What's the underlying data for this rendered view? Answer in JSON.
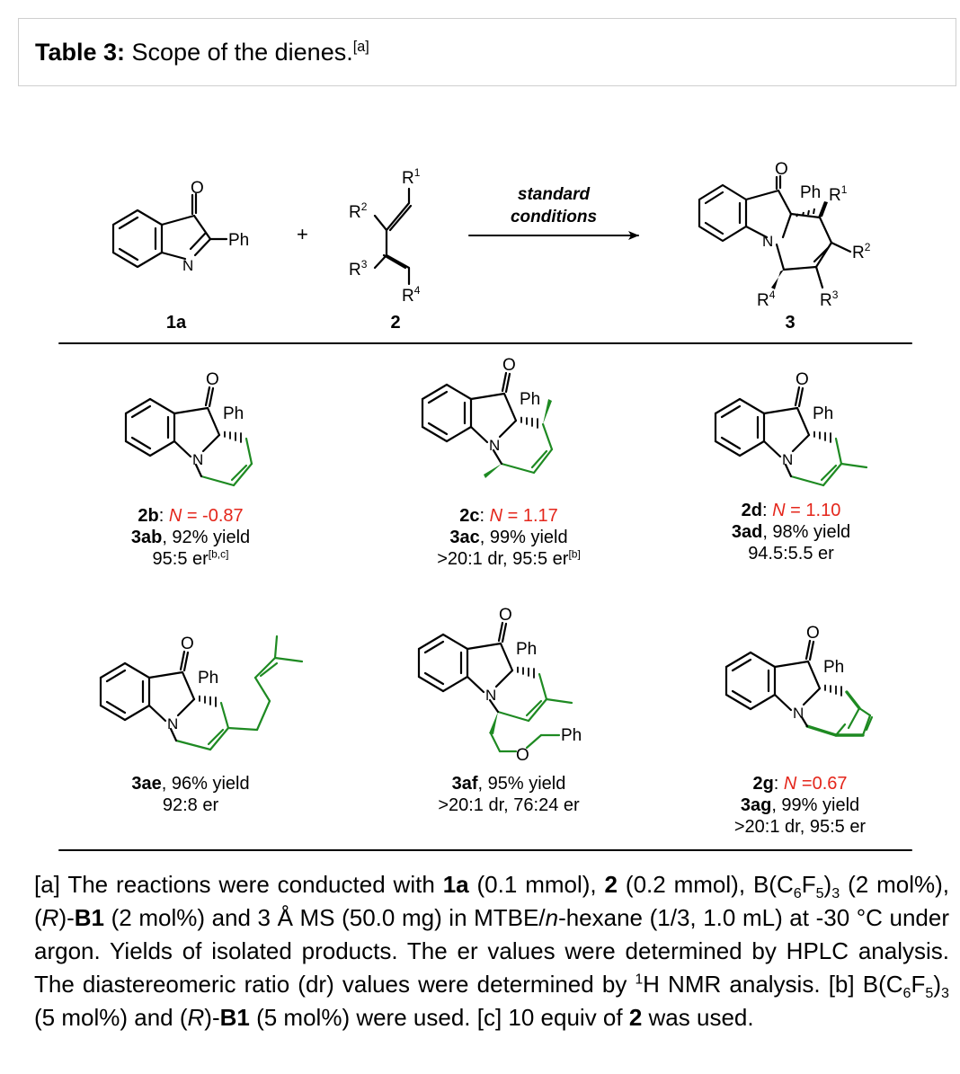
{
  "table_title": {
    "label": "Table 3:",
    "text": " Scope of the dienes.",
    "note": "[a]"
  },
  "scheme": {
    "reagent1": "1a",
    "reagent2": "2",
    "product": "3",
    "plus": "+",
    "condition_line1": "standard",
    "condition_line2": "conditions"
  },
  "atoms": {
    "O": "O",
    "N": "N",
    "Ph": "Ph",
    "R": "R",
    "sup1": "1",
    "sup2": "2",
    "sup3": "3",
    "sup4": "4"
  },
  "entries": [
    {
      "diene": "2b",
      "n_label": "N",
      "n_value": " = -0.87",
      "product": "3ab",
      "yield": ", 92% yield",
      "line3": "95:5 er",
      "line3_note": "[b,c]"
    },
    {
      "diene": "2c",
      "n_label": "N",
      "n_value": " = 1.17",
      "product": "3ac",
      "yield": ", 99% yield",
      "line3": ">20:1 dr, 95:5 er",
      "line3_note": "[b]"
    },
    {
      "diene": "2d",
      "n_label": "N",
      "n_value": " = 1.10",
      "product": "3ad",
      "yield": ", 98% yield",
      "line3": "94.5:5.5 er",
      "line3_note": ""
    },
    {
      "product": "3ae",
      "yield": ", 96% yield",
      "line2": "92:8 er"
    },
    {
      "product": "3af",
      "yield": ", 95% yield",
      "line2": ">20:1 dr, 76:24 er"
    },
    {
      "diene": "2g",
      "n_label": "N",
      "n_value": " =0.67",
      "product": "3ag",
      "yield": ", 99% yield",
      "line3": ">20:1 dr, 95:5 er"
    }
  ],
  "footnote": {
    "p01": "[a] The reactions were conducted with ",
    "b01": "1a",
    "p02": " (0.1 mmol), ",
    "b02": "2",
    "p03": " (0.2 mmol), B(C",
    "s01": "6",
    "p04": "F",
    "s02": "5",
    "p05": ")",
    "s03": "3",
    "p06": " (2 mol%), (",
    "i01": "R",
    "p07": ")-",
    "b03": "B1",
    "p08": " (2 mol%) and 3 Å MS (50.0 mg) in MTBE/",
    "i02": "n",
    "p09": "-hexane (1/3, 1.0 mL) at -30 °C under argon. Yields of isolated products. The er values were determined by HPLC analysis. The diastereomeric ratio (dr) values were determined by ",
    "u01": "1",
    "p10": "H NMR analysis. [b] B(C",
    "s04": "6",
    "p11": "F",
    "s05": "5",
    "p12": ")",
    "s06": "3",
    "p13": " (5 mol%) and (",
    "i03": "R",
    "p14": ")-",
    "b04": "B1",
    "p15": " (5 mol%) were used. [c] 10 equiv of ",
    "b05": "2",
    "p16": " was used."
  },
  "colors": {
    "bond": "#000000",
    "diene_highlight": "#1e8a22",
    "nucleophilicity": "#e4261b",
    "box_border": "#cfcfcf"
  }
}
